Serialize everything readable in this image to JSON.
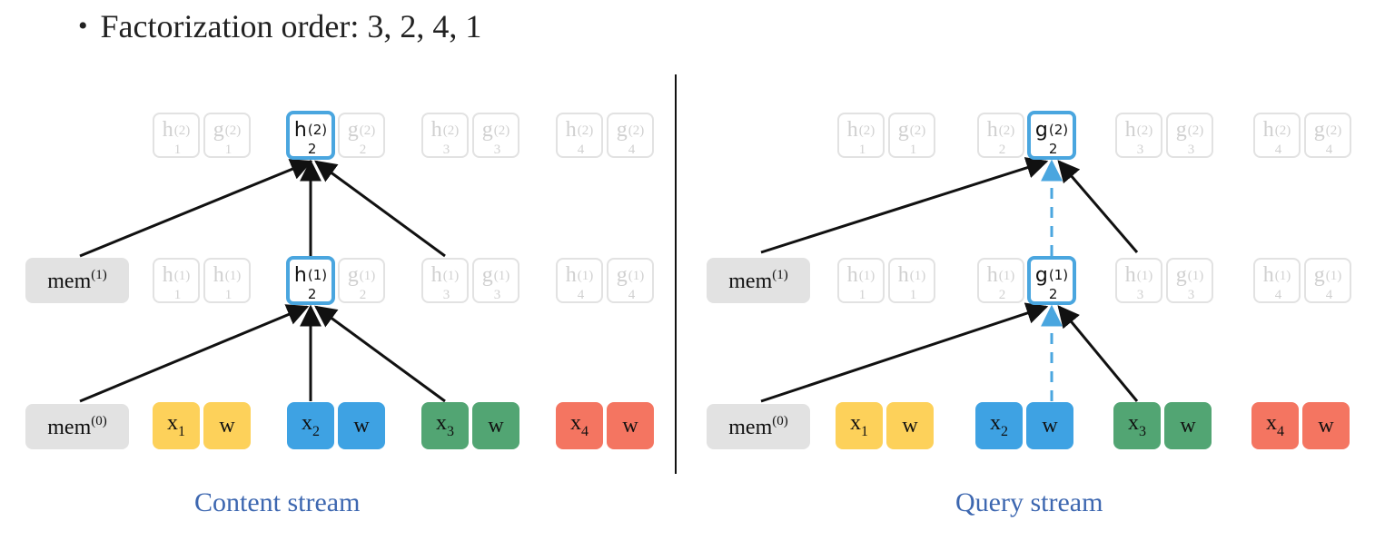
{
  "header": {
    "bullet": "•",
    "text": "Factorization order: 3, 2, 4, 1"
  },
  "colors": {
    "accent": "#4aa6df",
    "faded_border": "#e2e2e2",
    "mem": "#e2e2e2",
    "x1": "#fdd15a",
    "x2": "#3ea2e3",
    "x3": "#52a573",
    "x4": "#f47561",
    "caption": "#3d67b0"
  },
  "panels": [
    {
      "caption": "Content stream",
      "layer2": [
        {
          "letter": "h",
          "sub": "1",
          "sup": "(2)",
          "state": "faded"
        },
        {
          "letter": "g",
          "sub": "1",
          "sup": "(2)",
          "state": "faded"
        },
        {
          "letter": "h",
          "sub": "2",
          "sup": "(2)",
          "state": "active"
        },
        {
          "letter": "g",
          "sub": "2",
          "sup": "(2)",
          "state": "faded"
        },
        {
          "letter": "h",
          "sub": "3",
          "sup": "(2)",
          "state": "faded"
        },
        {
          "letter": "g",
          "sub": "3",
          "sup": "(2)",
          "state": "faded"
        },
        {
          "letter": "h",
          "sub": "4",
          "sup": "(2)",
          "state": "faded"
        },
        {
          "letter": "g",
          "sub": "4",
          "sup": "(2)",
          "state": "faded"
        }
      ],
      "mem1": {
        "base": "mem",
        "sup": "(1)"
      },
      "layer1": [
        {
          "letter": "h",
          "sub": "1",
          "sup": "(1)",
          "state": "faded"
        },
        {
          "letter": "h",
          "sub": "1",
          "sup": "(1)",
          "state": "faded"
        },
        {
          "letter": "h",
          "sub": "2",
          "sup": "(1)",
          "state": "active"
        },
        {
          "letter": "g",
          "sub": "2",
          "sup": "(1)",
          "state": "faded"
        },
        {
          "letter": "h",
          "sub": "3",
          "sup": "(1)",
          "state": "faded"
        },
        {
          "letter": "g",
          "sub": "3",
          "sup": "(1)",
          "state": "faded"
        },
        {
          "letter": "h",
          "sub": "4",
          "sup": "(1)",
          "state": "faded"
        },
        {
          "letter": "g",
          "sub": "4",
          "sup": "(1)",
          "state": "faded"
        }
      ],
      "mem0": {
        "base": "mem",
        "sup": "(0)"
      },
      "inputs": [
        {
          "letter": "x",
          "sub": "1",
          "color": "yellow"
        },
        {
          "letter": "w",
          "sub": "",
          "color": "yellow"
        },
        {
          "letter": "x",
          "sub": "2",
          "color": "blue"
        },
        {
          "letter": "w",
          "sub": "",
          "color": "blue"
        },
        {
          "letter": "x",
          "sub": "3",
          "color": "green"
        },
        {
          "letter": "w",
          "sub": "",
          "color": "green"
        },
        {
          "letter": "x",
          "sub": "4",
          "color": "red"
        },
        {
          "letter": "w",
          "sub": "",
          "color": "red"
        }
      ]
    },
    {
      "caption": "Query stream",
      "layer2": [
        {
          "letter": "h",
          "sub": "1",
          "sup": "(2)",
          "state": "faded"
        },
        {
          "letter": "g",
          "sub": "1",
          "sup": "(2)",
          "state": "faded"
        },
        {
          "letter": "h",
          "sub": "2",
          "sup": "(2)",
          "state": "faded"
        },
        {
          "letter": "g",
          "sub": "2",
          "sup": "(2)",
          "state": "active"
        },
        {
          "letter": "h",
          "sub": "3",
          "sup": "(2)",
          "state": "faded"
        },
        {
          "letter": "g",
          "sub": "3",
          "sup": "(2)",
          "state": "faded"
        },
        {
          "letter": "h",
          "sub": "4",
          "sup": "(2)",
          "state": "faded"
        },
        {
          "letter": "g",
          "sub": "4",
          "sup": "(2)",
          "state": "faded"
        }
      ],
      "mem1": {
        "base": "mem",
        "sup": "(1)"
      },
      "layer1": [
        {
          "letter": "h",
          "sub": "1",
          "sup": "(1)",
          "state": "faded"
        },
        {
          "letter": "h",
          "sub": "1",
          "sup": "(1)",
          "state": "faded"
        },
        {
          "letter": "h",
          "sub": "2",
          "sup": "(1)",
          "state": "faded"
        },
        {
          "letter": "g",
          "sub": "2",
          "sup": "(1)",
          "state": "active"
        },
        {
          "letter": "h",
          "sub": "3",
          "sup": "(1)",
          "state": "faded"
        },
        {
          "letter": "g",
          "sub": "3",
          "sup": "(1)",
          "state": "faded"
        },
        {
          "letter": "h",
          "sub": "4",
          "sup": "(1)",
          "state": "faded"
        },
        {
          "letter": "g",
          "sub": "4",
          "sup": "(1)",
          "state": "faded"
        }
      ],
      "mem0": {
        "base": "mem",
        "sup": "(0)"
      },
      "inputs": [
        {
          "letter": "x",
          "sub": "1",
          "color": "yellow"
        },
        {
          "letter": "w",
          "sub": "",
          "color": "yellow"
        },
        {
          "letter": "x",
          "sub": "2",
          "color": "blue"
        },
        {
          "letter": "w",
          "sub": "",
          "color": "blue"
        },
        {
          "letter": "x",
          "sub": "3",
          "color": "green"
        },
        {
          "letter": "w",
          "sub": "",
          "color": "green"
        },
        {
          "letter": "x",
          "sub": "4",
          "color": "red"
        },
        {
          "letter": "w",
          "sub": "",
          "color": "red"
        }
      ]
    }
  ]
}
